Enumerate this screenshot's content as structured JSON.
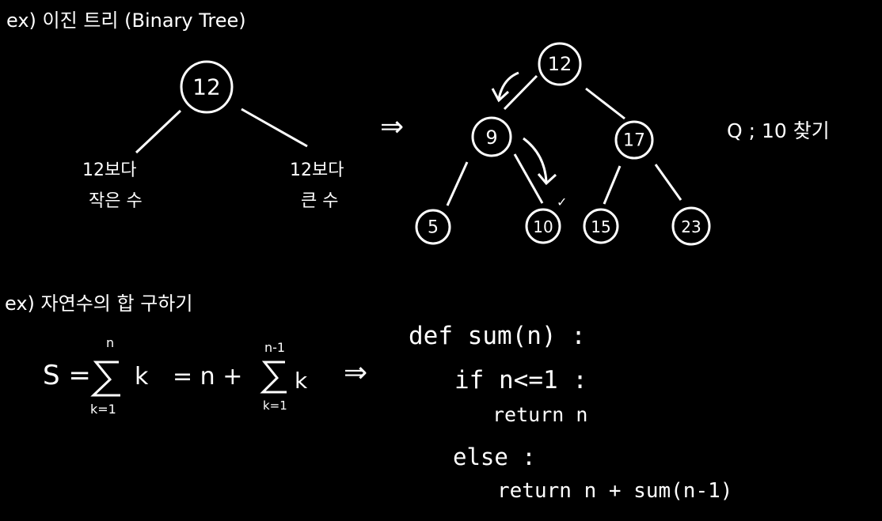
{
  "section1": {
    "heading": "ex) 이진 트리 (Binary Tree)",
    "root_value": "12",
    "left_label_line1": "12보다",
    "left_label_line2": "작은 수",
    "right_label_line1": "12보다",
    "right_label_line2": "큰 수",
    "implies": "⇒",
    "tree": {
      "root": "12",
      "left": "9",
      "right": "17",
      "left_left": "5",
      "left_right": "10",
      "right_left": "15",
      "right_right": "23"
    },
    "found_mark": "✓",
    "question": "Q ; 10 찾기"
  },
  "section2": {
    "heading": "ex) 자연수의 합 구하기",
    "formula": {
      "lhs": "S =",
      "sigma1_upper": "n",
      "sigma1_body": "k",
      "sigma1_lower": "k=1",
      "middle": "=  n +",
      "sigma2_upper": "n-1",
      "sigma2_body": "k",
      "sigma2_lower": "k=1"
    },
    "implies": "⇒",
    "code": {
      "line1": "def sum(n) :",
      "line2": "if n<=1 :",
      "line3": "return n",
      "line4": "else :",
      "line5": "return n + sum(n-1)"
    }
  }
}
